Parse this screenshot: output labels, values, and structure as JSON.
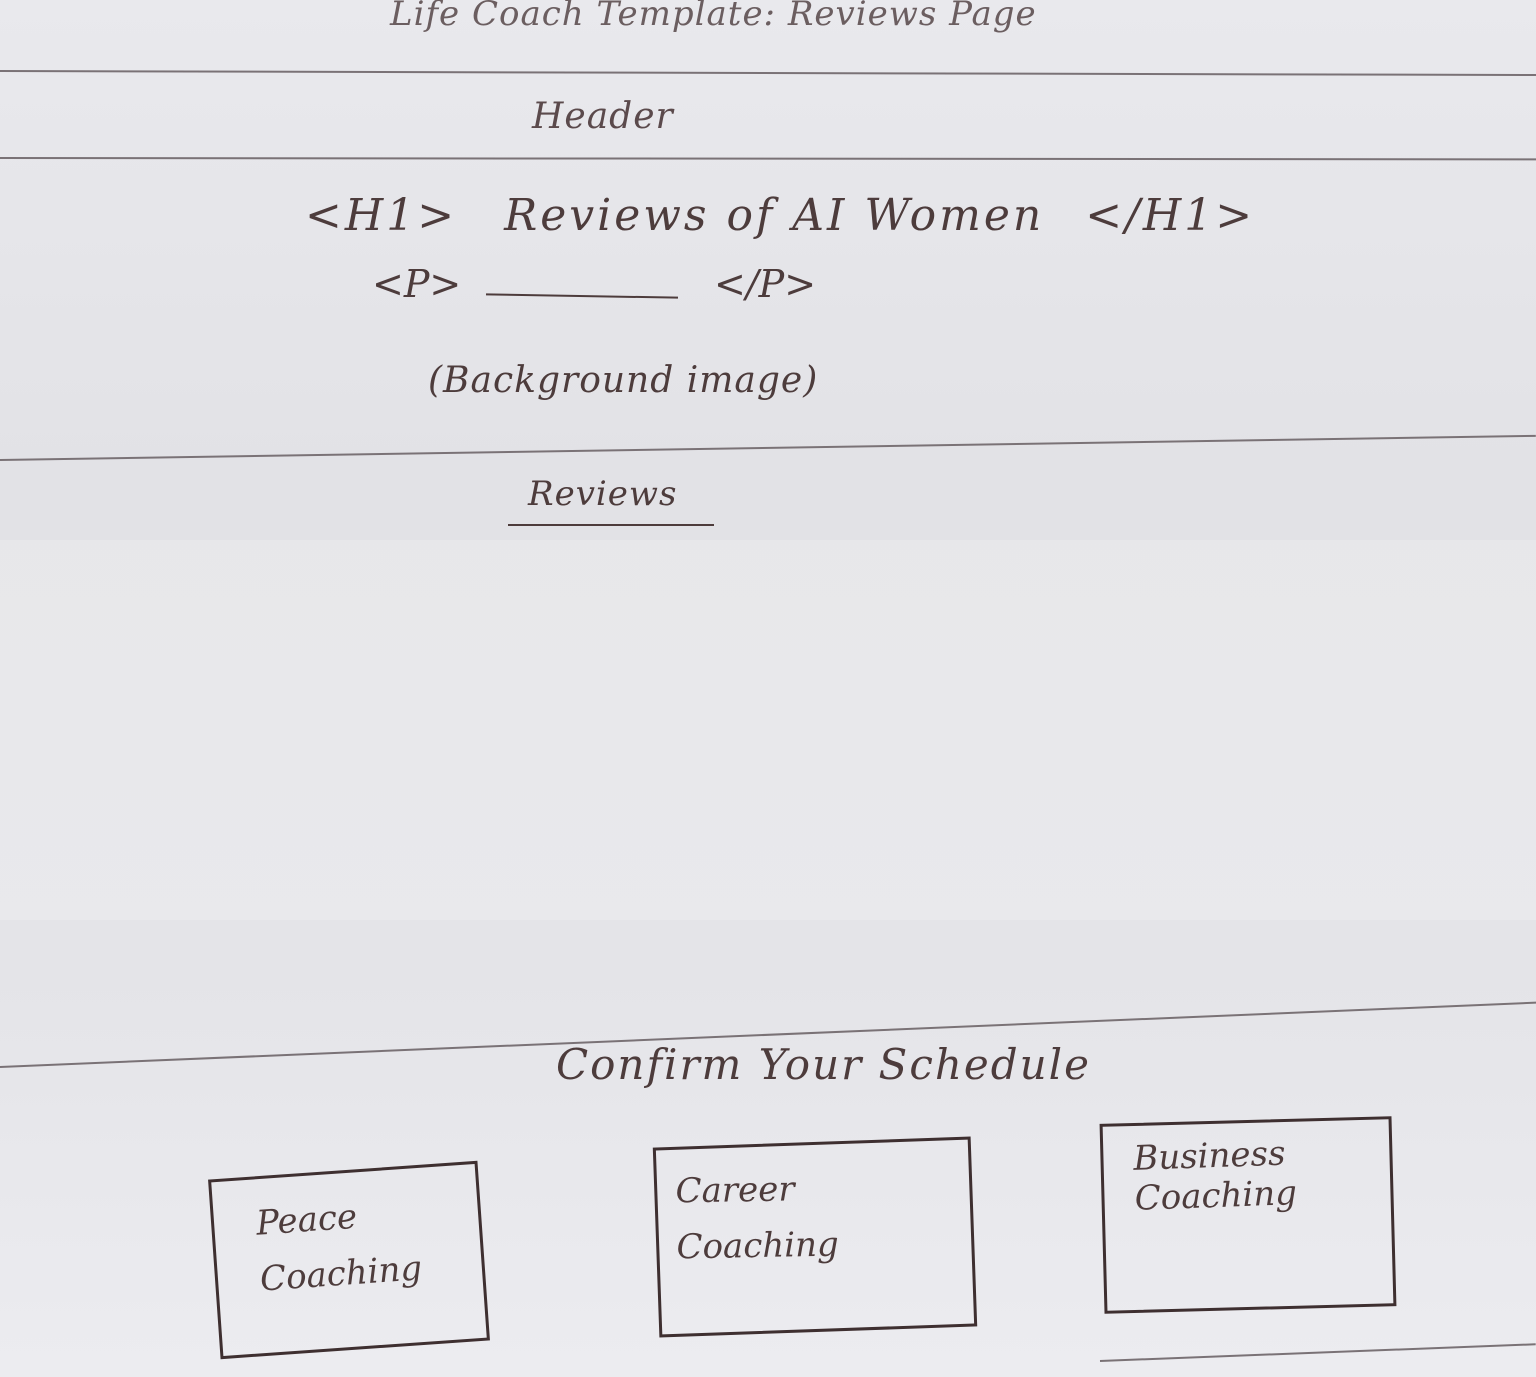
{
  "title": "Life Coach Template: Reviews Page",
  "header": {
    "label": "Header"
  },
  "hero": {
    "h1_open": "<H1>",
    "h1_text": "Reviews of AI Women",
    "h1_close": "</H1>",
    "p_open": "<P>",
    "p_close": "</P>",
    "background_note": "(Background image)"
  },
  "reviews": {
    "label": "Reviews"
  },
  "schedule": {
    "label": "Confirm Your Schedule",
    "cards": [
      {
        "label": "Peace\nCoaching"
      },
      {
        "label": "Career\nCoaching"
      },
      {
        "label": "Business\nCoaching"
      }
    ]
  }
}
